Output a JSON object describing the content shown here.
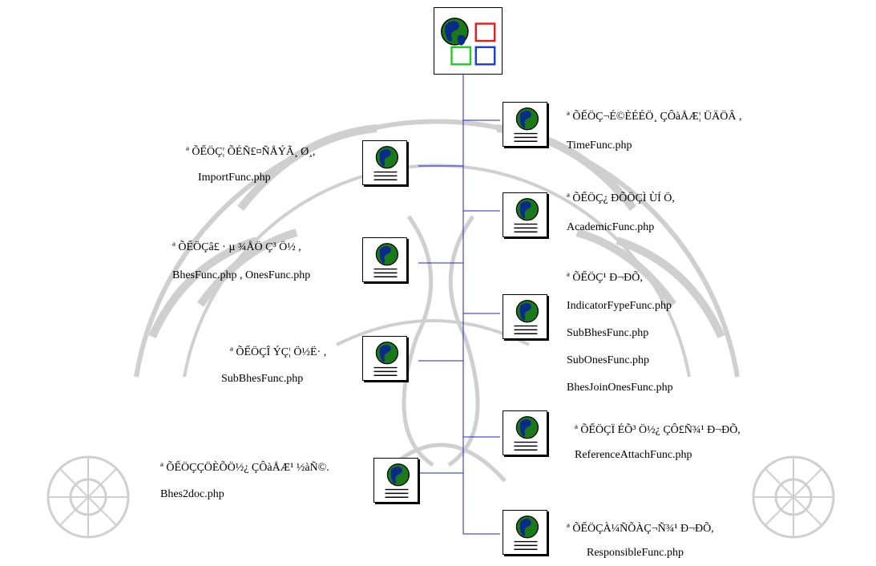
{
  "colors": {
    "line": "#2020d0",
    "globe_ocean": "#1a7a1a",
    "globe_land": "#0b2a8a",
    "watermark": "#c8c8c8"
  },
  "root": {
    "icon": "globe-with-boxes-icon",
    "box_colors": [
      "#e31e1e",
      "#22cc22",
      "#1a3fd6"
    ]
  },
  "nodes": [
    {
      "id": "import",
      "title": "ª ÕẾÖÇ¦ ÕÉÑ£¤ÑÅÝÃ¸ Ø¸,",
      "files": [
        "ImportFunc.php"
      ]
    },
    {
      "id": "bhes",
      "title": "ª ÕẾÖÇâ£ · µ ¾ÅÖ Ç³ Ö½ ,",
      "files": [
        "BhesFunc.php , OnesFunc.php"
      ]
    },
    {
      "id": "subbhes",
      "title": "ª ÕẾÖÇÎ ÝÇ¦ Ö½Ë·  ,",
      "files": [
        "SubBhesFunc.php"
      ]
    },
    {
      "id": "bhes2doc",
      "title": "ª ÕẾÖÇÇÖÈÕÖ½¿ ÇÔàÅÆ¹ ½àÑ©.",
      "files": [
        "Bhes2doc.php"
      ]
    },
    {
      "id": "time",
      "title": "ª ÕẾÖÇ¬É©ÈÉÉÖ¸ ÇÔàÅÆ¦ ÜÄÖÂ ,",
      "files": [
        "TimeFunc.php"
      ]
    },
    {
      "id": "academic",
      "title": "ª ÕẾÖÇ¿ ÐÕÖÇÌ ÙÍ Ö,",
      "files": [
        "AcademicFunc.php"
      ]
    },
    {
      "id": "indicator",
      "title": "ª ÕẾÖÇ¹ Ð¬ÐÕ,",
      "files": [
        "IndicatorFypeFunc.php",
        "SubBhesFunc.php",
        "SubOnesFunc.php",
        "BhesJoinOnesFunc.php"
      ]
    },
    {
      "id": "reference",
      "title": "ª ÕẾÖÇÏ ÉÕ³ Ö½¿ ÇÔ£Ñ¾¹ Ð¬ÐÕ,",
      "files": [
        "ReferenceAttachFunc.php"
      ]
    },
    {
      "id": "responsible",
      "title": "ª ÕẾÖÇÀ¼ÑÕÀÇ¬Ñ¾¹ Ð¬ÐÕ,",
      "files": [
        "ResponsibleFunc.php"
      ]
    }
  ]
}
